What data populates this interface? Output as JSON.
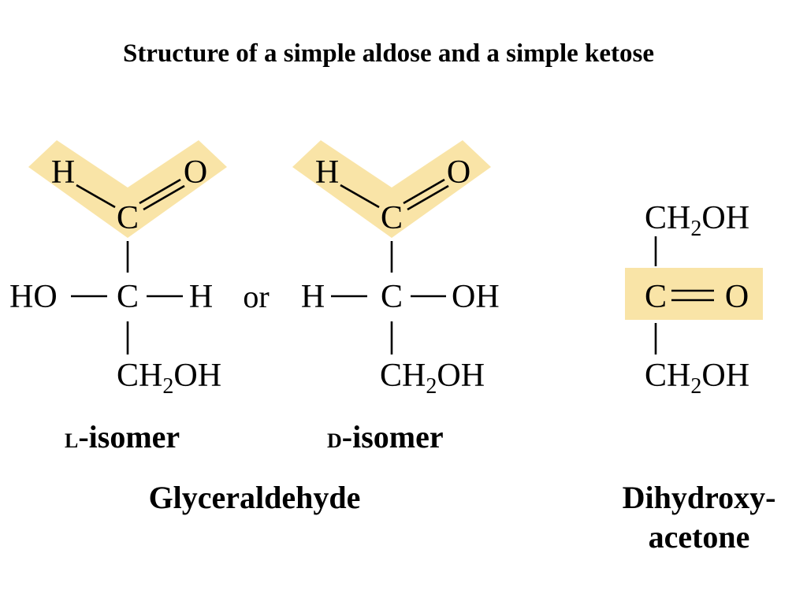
{
  "title": "Structure of a simple aldose and a simple ketose",
  "colors": {
    "highlight": "#f9e4a7"
  },
  "l_isomer": {
    "aldehyde_h": "H",
    "aldehyde_o": "O",
    "aldehyde_c": "C",
    "left_group": "HO",
    "chiral_c": "C",
    "right_group": "H",
    "bottom_group": {
      "main": "CH",
      "sub": "2",
      "tail": "OH"
    },
    "label_prefix": "L",
    "label_suffix": "-isomer"
  },
  "or_text": "or",
  "d_isomer": {
    "aldehyde_h": "H",
    "aldehyde_o": "O",
    "aldehyde_c": "C",
    "left_group": "H",
    "chiral_c": "C",
    "right_group": "OH",
    "bottom_group": {
      "main": "CH",
      "sub": "2",
      "tail": "OH"
    },
    "label_prefix": "D",
    "label_suffix": "-isomer"
  },
  "glyceraldehyde_name": "Glyceraldehyde",
  "dihydroxyacetone": {
    "top_group": {
      "main": "CH",
      "sub": "2",
      "tail": "OH"
    },
    "carbonyl_c": "C",
    "carbonyl_o": "O",
    "bottom_group": {
      "main": "CH",
      "sub": "2",
      "tail": "OH"
    },
    "name_line1": "Dihydroxy-",
    "name_line2": "acetone"
  }
}
